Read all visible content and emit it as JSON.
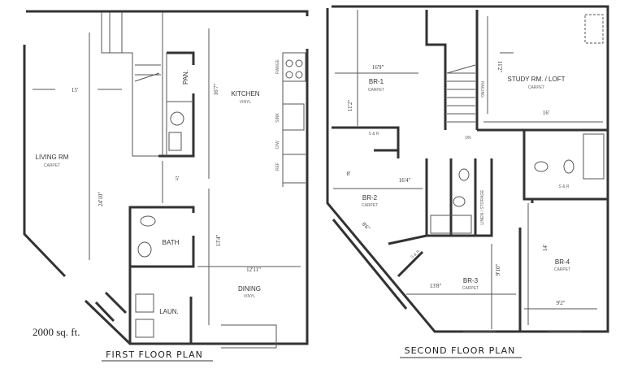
{
  "first_floor": {
    "title": "FIRST FLOOR PLAN",
    "area": "2000 sq. ft.",
    "rooms": {
      "living": {
        "name": "LIVING RM",
        "floor": "CARPET"
      },
      "kitchen": {
        "name": "KITCHEN",
        "floor": "VINYL"
      },
      "pantry": {
        "name": "PAN."
      },
      "bath": {
        "name": "BATH"
      },
      "laundry": {
        "name": "LAUN."
      },
      "dining": {
        "name": "DINING",
        "floor": "VINYL"
      }
    },
    "dimensions": {
      "living_width": "15'",
      "living_length": "24'10\"",
      "kitchen_length": "16'7\"",
      "hall": "5'",
      "dining_length": "13'4\"",
      "dining_width": "12'11\""
    },
    "fixtures": {
      "range": "RANGE",
      "sink": "SINK",
      "dw": "D/W",
      "ref": "REF"
    }
  },
  "second_floor": {
    "title": "SECOND FLOOR PLAN",
    "rooms": {
      "br1": {
        "name": "BR-1",
        "floor": "CARPET"
      },
      "study": {
        "name": "STUDY RM. / LOFT",
        "floor": "CARPET"
      },
      "br2": {
        "name": "BR-2",
        "floor": "CARPET"
      },
      "br3": {
        "name": "BR-3",
        "floor": "CARPET"
      },
      "br4": {
        "name": "BR-4",
        "floor": "CARPET"
      },
      "linen": {
        "name": "LINEN / STORAGE"
      }
    },
    "dimensions": {
      "br1_width": "16'9\"",
      "br1_length": "11'2\"",
      "study_length": "11'2\"",
      "study_width": "16'",
      "br2_width": "16'4\"",
      "br2_length": "8'",
      "br2_diag": "8'6\"",
      "br3_width": "13'8\"",
      "br3_length": "9'10\"",
      "br4_length": "14'",
      "br4_width": "9'2\""
    },
    "labels": {
      "railing": "RAILING",
      "down": "DN",
      "closet": "S & R"
    }
  }
}
